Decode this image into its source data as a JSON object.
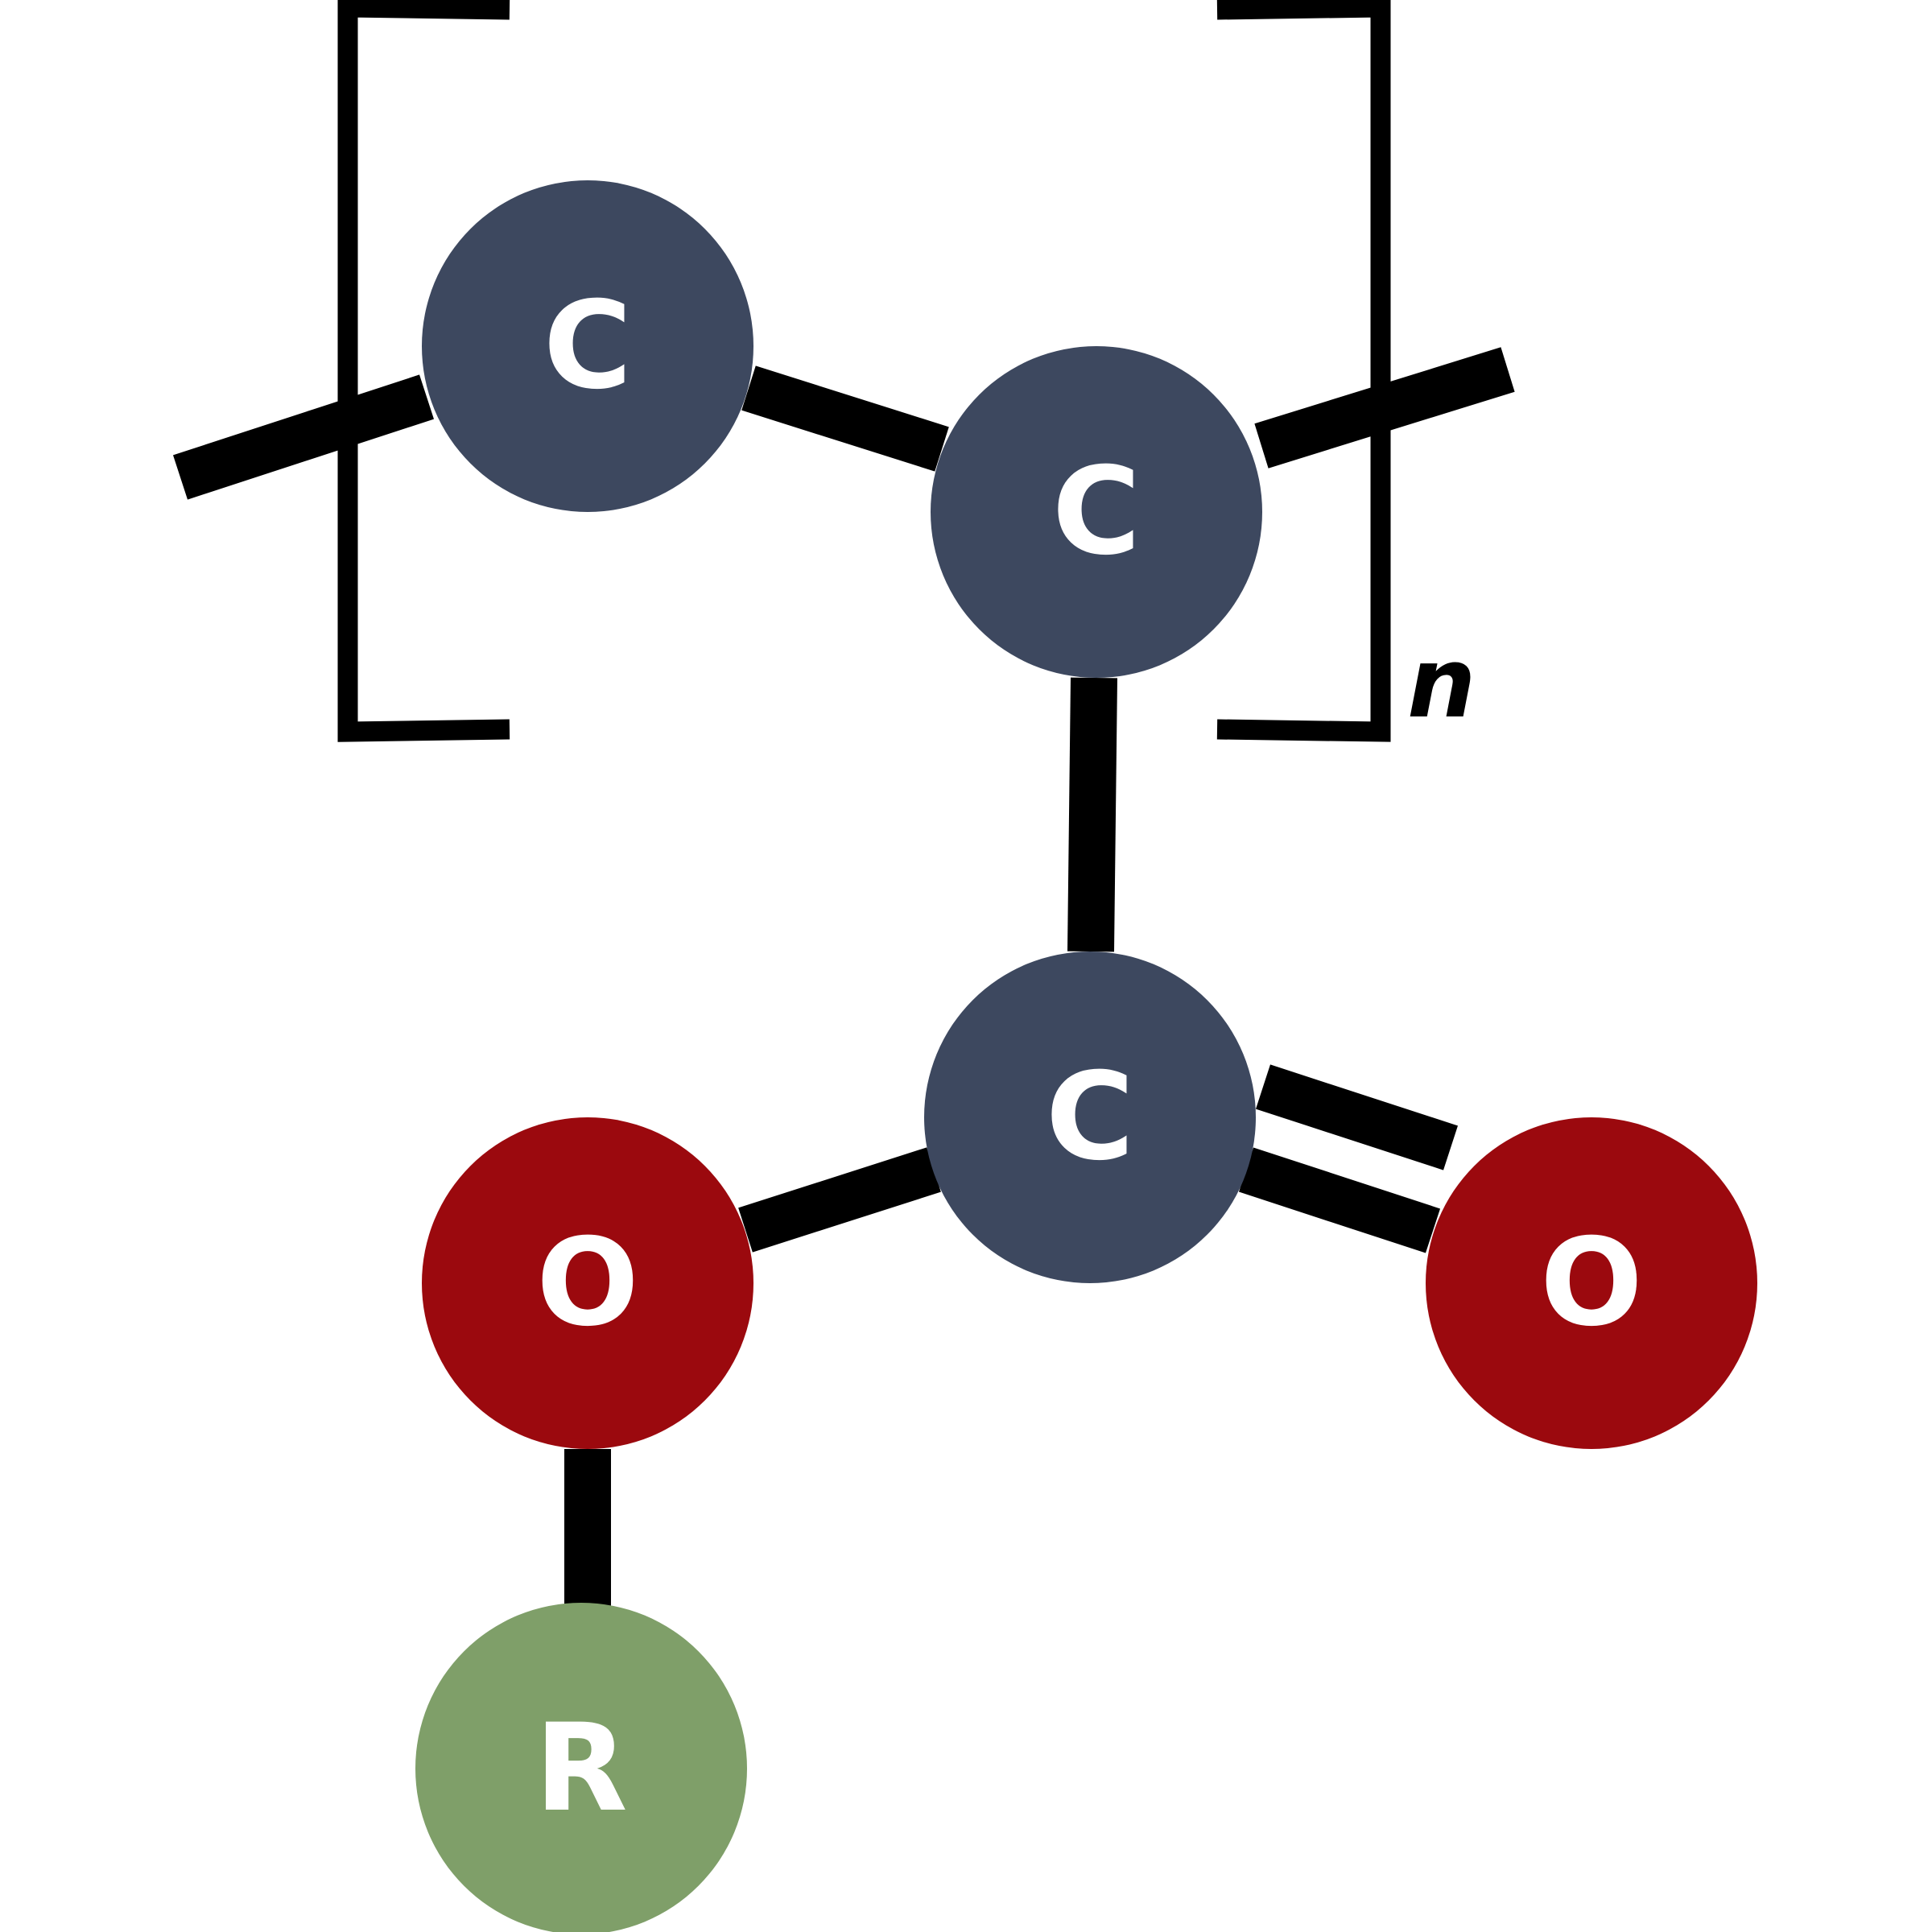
{
  "colors": {
    "carbon": "#3d485f",
    "oxygen": "#9b090e",
    "r_group": "#7f9f69",
    "bond": "#000000",
    "label": "#ffffff"
  },
  "atoms": {
    "c1": {
      "label": "C",
      "element": "carbon"
    },
    "c2": {
      "label": "C",
      "element": "carbon"
    },
    "c3": {
      "label": "C",
      "element": "carbon"
    },
    "o_single": {
      "label": "O",
      "element": "oxygen"
    },
    "o_double": {
      "label": "O",
      "element": "oxygen"
    },
    "r": {
      "label": "R",
      "element": "r_group"
    }
  },
  "bonds": [
    {
      "from": "c1",
      "to": "c2",
      "order": 1
    },
    {
      "from": "c2",
      "to": "c3",
      "order": 1
    },
    {
      "from": "c3",
      "to": "o_single",
      "order": 1
    },
    {
      "from": "c3",
      "to": "o_double",
      "order": 2
    },
    {
      "from": "o_single",
      "to": "r",
      "order": 1
    }
  ],
  "repeat_unit": {
    "subscript": "n"
  }
}
